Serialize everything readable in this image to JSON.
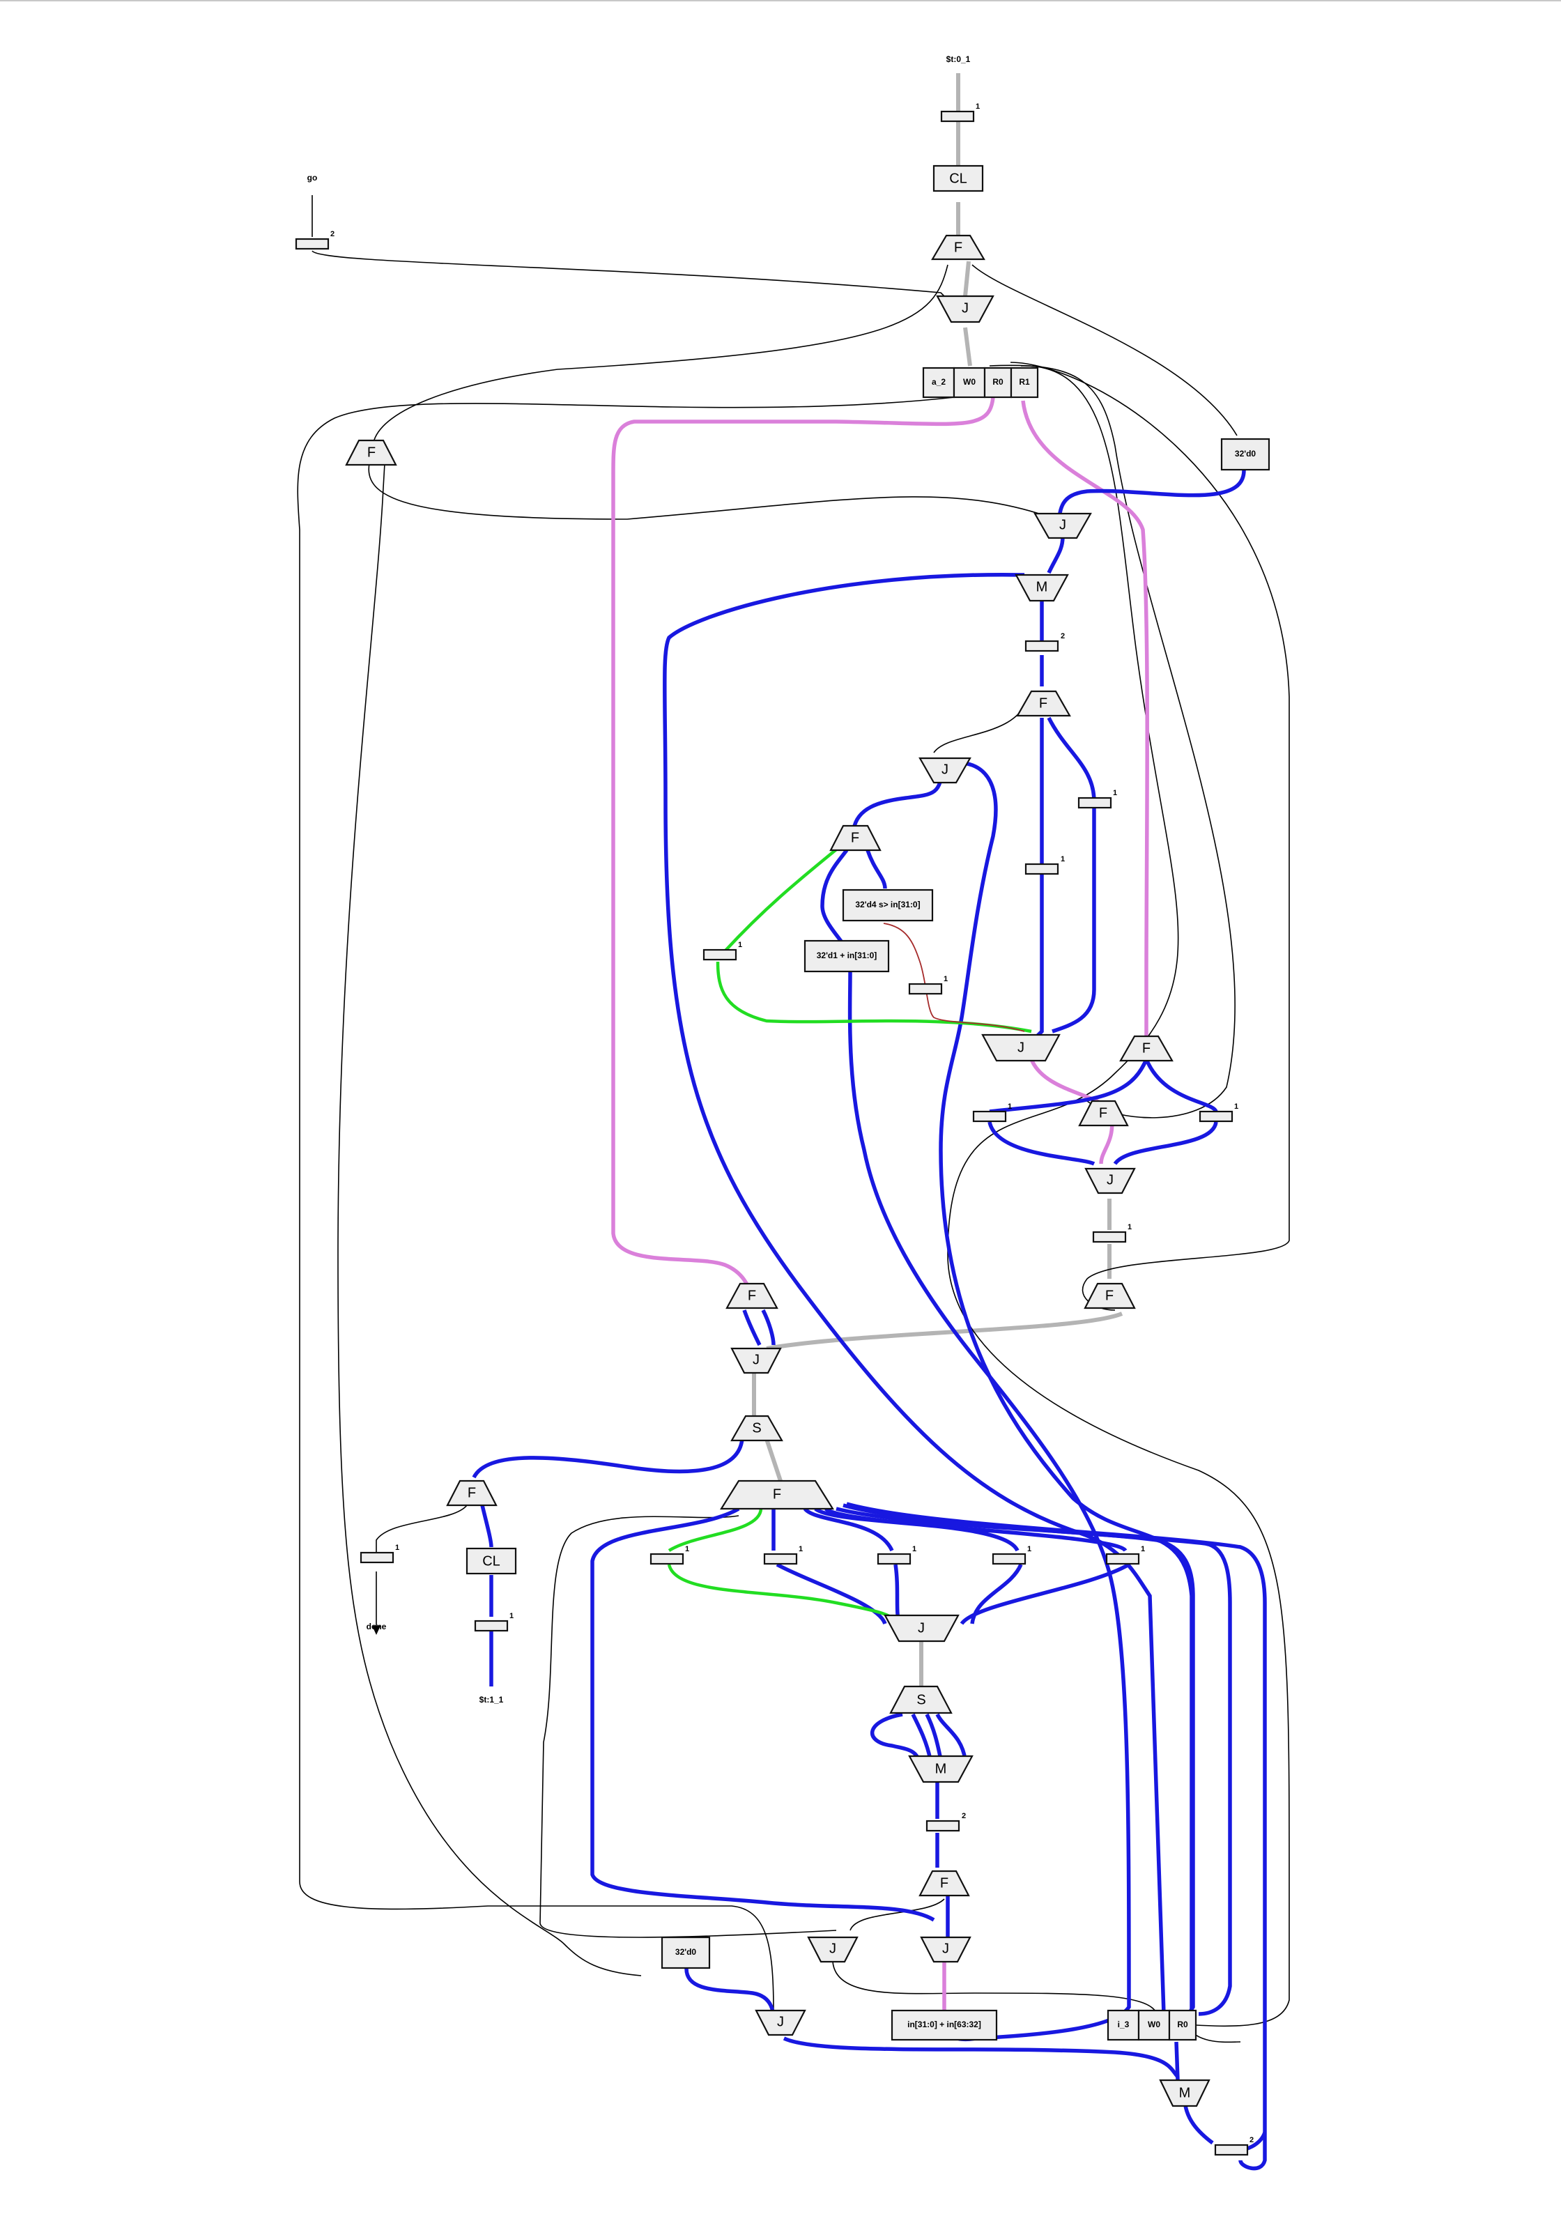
{
  "diagram": {
    "ports": {
      "clk_in": "$t:0_1",
      "go": "go",
      "done": "done",
      "clk_out": "$t:1_1"
    },
    "labels": {
      "cl": "CL",
      "fork": "F",
      "join": "J",
      "merge": "M",
      "split": "S"
    },
    "memory_a": {
      "name": "a_2",
      "w0": "W0",
      "r0": "R0",
      "r1": "R1"
    },
    "memory_i": {
      "name": "i_3",
      "w0": "W0",
      "r0": "R0"
    },
    "constants": {
      "zero_top": "32'd0",
      "zero_bottom": "32'd0"
    },
    "ops": {
      "compare": "32'd4 s> in[31:0]",
      "increment": "32'd1 + in[31:0]",
      "add": "in[31:0] + in[63:32]"
    },
    "buffer_counts": {
      "one": "1",
      "two": "2"
    },
    "wire_colors": {
      "control": "#000000",
      "token": "#b4b4b4",
      "data": "#1818e0",
      "memory_read": "#da80da",
      "condition": "#22dd22",
      "compare_wire": "#a52a2a"
    }
  }
}
